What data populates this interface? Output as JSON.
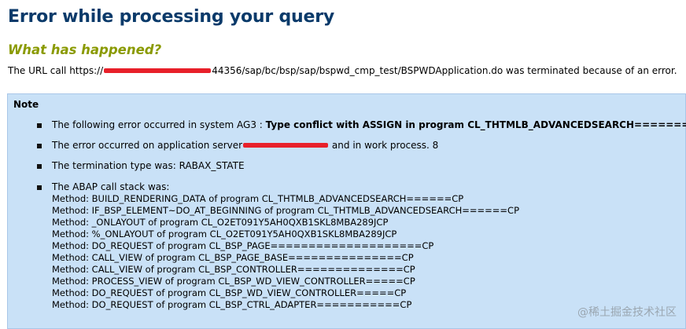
{
  "header": {
    "title": "Error while processing your query",
    "subtitle": "What has happened?"
  },
  "message": {
    "url_prefix": "The URL call https://",
    "url_suffix": "44356/sap/bc/bsp/sap/bspwd_cmp_test/BSPWDApplication.do was terminated because of an error."
  },
  "note": {
    "title": "Note",
    "items": [
      {
        "prefix": "The following error occurred in system AG3 : ",
        "bold": "Type conflict with ASSIGN in program CL_THTMLB_ADVANCEDSEARCH=======CP ."
      },
      {
        "prefix": "The error occurred on application server",
        "suffix": " and in work process. 8"
      },
      {
        "text": "The termination type was: RABAX_STATE"
      },
      {
        "text": "The ABAP call stack was:"
      }
    ],
    "call_stack": [
      "Method: BUILD_RENDERING_DATA of program CL_THTMLB_ADVANCEDSEARCH======CP",
      "Method: IF_BSP_ELEMENT~DO_AT_BEGINNING of program CL_THTMLB_ADVANCEDSEARCH======CP",
      "Method: _ONLAYOUT of program CL_O2ET091Y5AH0QXB1SKL8MBA289JCP",
      "Method: %_ONLAYOUT of program CL_O2ET091Y5AH0QXB1SKL8MBA289JCP",
      "Method: DO_REQUEST of program CL_BSP_PAGE====================CP",
      "Method: CALL_VIEW of program CL_BSP_PAGE_BASE===============CP",
      "Method: CALL_VIEW of program CL_BSP_CONTROLLER==============CP",
      "Method: PROCESS_VIEW of program CL_BSP_WD_VIEW_CONTROLLER=====CP",
      "Method: DO_REQUEST of program CL_BSP_WD_VIEW_CONTROLLER=====CP",
      "Method: DO_REQUEST of program CL_BSP_CTRL_ADAPTER===========CP"
    ]
  },
  "watermark": "@稀土掘金技术社区",
  "colors": {
    "title": "#0a3a6a",
    "subtitle": "#8a9a00",
    "note_background": "#c9e1f7",
    "redaction": "#e8202a"
  }
}
